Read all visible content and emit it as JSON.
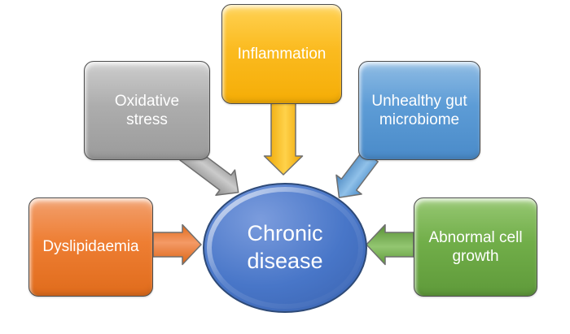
{
  "diagram": {
    "description": "Concept diagram of factors leading to chronic disease",
    "text_color": "#FFFFFF",
    "center_node": {
      "label": "Chronic disease",
      "shape": "ellipse",
      "fill": "#4472C4",
      "border": "#2E4A77"
    },
    "factor_nodes": [
      {
        "label": "Oxidative stress",
        "position": "top-left",
        "fill": "#A6A6A6",
        "arrow_direction": "down-right"
      },
      {
        "label": "Inflammation",
        "position": "top",
        "fill": "#FFC000",
        "arrow_direction": "down"
      },
      {
        "label": "Unhealthy gut microbiome",
        "position": "top-right",
        "fill": "#5B9BD5",
        "arrow_direction": "down-left"
      },
      {
        "label": "Dyslipidaemia",
        "position": "left",
        "fill": "#ED7D31",
        "arrow_direction": "right"
      },
      {
        "label": "Abnormal cell growth",
        "position": "right",
        "fill": "#70AD47",
        "arrow_direction": "left"
      }
    ]
  }
}
